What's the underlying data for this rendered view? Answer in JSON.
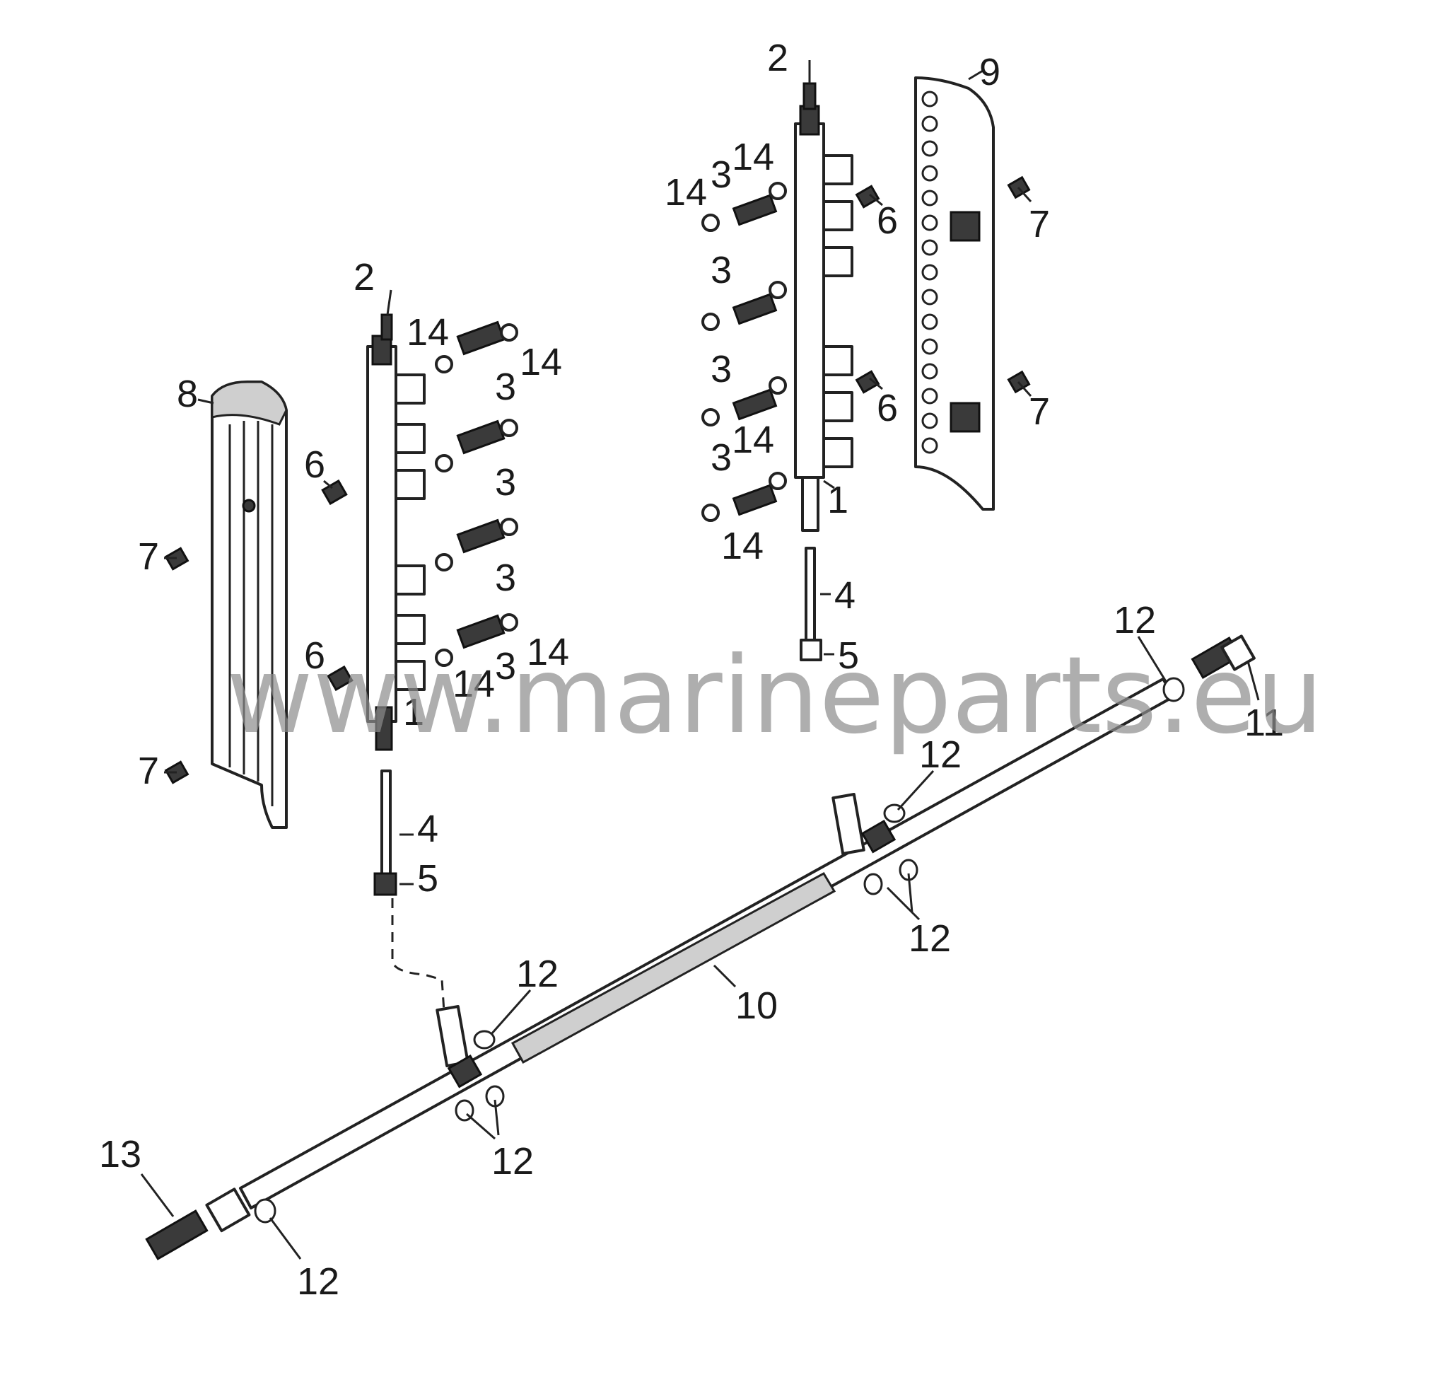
{
  "diagram": {
    "callouts": {
      "c1": "1",
      "c2": "2",
      "c3": "3",
      "c4": "4",
      "c5": "5",
      "c6": "6",
      "c7": "7",
      "c8": "8",
      "c9": "9",
      "c10": "10",
      "c11": "11",
      "c12": "12",
      "c13": "13",
      "c14": "14"
    },
    "watermark": "www.marineparts.eu"
  }
}
